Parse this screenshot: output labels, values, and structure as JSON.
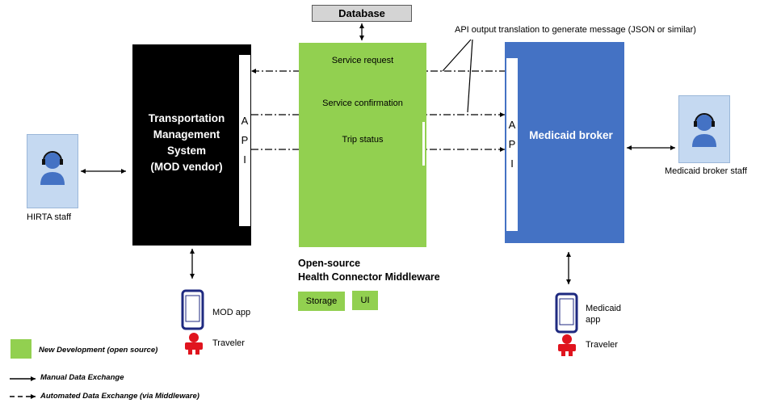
{
  "database": {
    "label": "Database"
  },
  "tms": {
    "title_lines": [
      "Transportation",
      "Management",
      "System",
      "(MOD vendor)"
    ],
    "api_letters": [
      "A",
      "P",
      "I"
    ]
  },
  "middleware": {
    "messages": [
      "Service request",
      "Service confirmation",
      "Trip status"
    ],
    "title_lines": [
      "Open-source",
      "Health Connector Middleware"
    ],
    "components": [
      "Storage",
      "UI"
    ]
  },
  "broker": {
    "title": "Medicaid broker",
    "api_letters": [
      "A",
      "P",
      "I"
    ]
  },
  "annotation": "API output translation to generate message (JSON or similar)",
  "actors": {
    "hirta_staff": "HIRTA staff",
    "broker_staff": "Medicaid broker staff",
    "mod_app": "MOD app",
    "medicaid_app_lines": [
      "Medicaid",
      "app"
    ],
    "traveler_left": "Traveler",
    "traveler_right": "Traveler"
  },
  "legend": {
    "new_dev": "New Development (open source)",
    "manual": "Manual Data Exchange",
    "automated": "Automated Data Exchange (via Middleware)"
  },
  "colors": {
    "new_development": "#92d050",
    "broker": "#4472c4",
    "tms": "#000000",
    "staff_box": "#c5d9f1",
    "phone": "#1f2a80",
    "traveler": "#e0141e"
  },
  "icons": [
    "person-headset-icon",
    "smartphone-icon",
    "traveler-icon"
  ]
}
